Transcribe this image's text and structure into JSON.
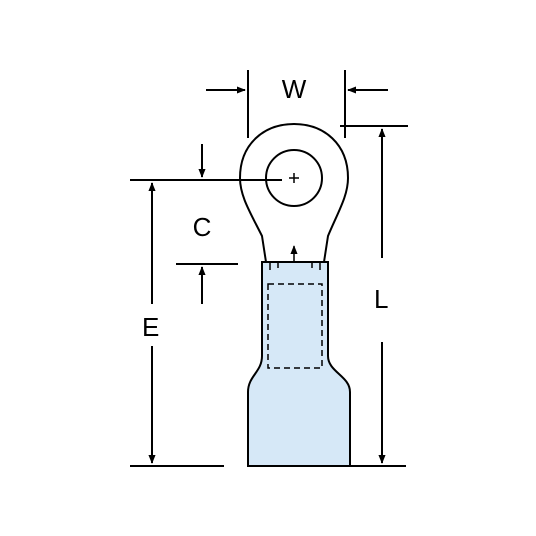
{
  "labels": {
    "width": "W",
    "length": "L",
    "c": "C",
    "e": "E"
  },
  "colors": {
    "background": "#ffffff",
    "line": "#000000",
    "insulation": "#d6e8f7"
  }
}
